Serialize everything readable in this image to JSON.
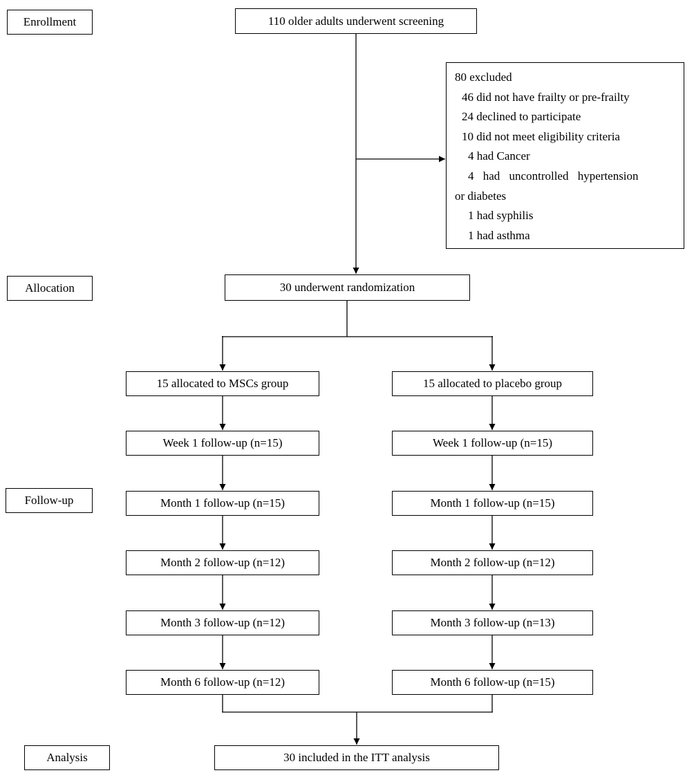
{
  "stage_labels": {
    "enrollment": "Enrollment",
    "allocation": "Allocation",
    "followup": "Follow-up",
    "analysis": "Analysis"
  },
  "flow": {
    "screening": "110 older adults underwent screening",
    "randomization": "30 underwent randomization",
    "itt_analysis": "30 included in the ITT analysis"
  },
  "exclusion": {
    "lines": [
      "80 excluded",
      "46 did not have frailty or pre-frailty",
      "24 declined to participate",
      "10 did not meet eligibility criteria",
      "4 had Cancer",
      "4 had uncontrolled hypertension",
      "or diabetes",
      "1 had syphilis",
      "1 had asthma"
    ]
  },
  "msc_group": {
    "boxes": [
      "15 allocated to MSCs group",
      "Week 1 follow-up (n=15)",
      "Month 1 follow-up (n=15)",
      "Month 2 follow-up (n=12)",
      "Month 3 follow-up (n=12)",
      "Month 6 follow-up (n=12)"
    ]
  },
  "placebo_group": {
    "boxes": [
      "15 allocated to placebo group",
      "Week 1 follow-up (n=15)",
      "Month 1 follow-up (n=15)",
      "Month 2 follow-up (n=12)",
      "Month 3 follow-up (n=13)",
      "Month 6 follow-up (n=15)"
    ]
  },
  "colors": {
    "line": "#000000",
    "box_border": "#000000",
    "background": "#ffffff",
    "text": "#000000"
  }
}
